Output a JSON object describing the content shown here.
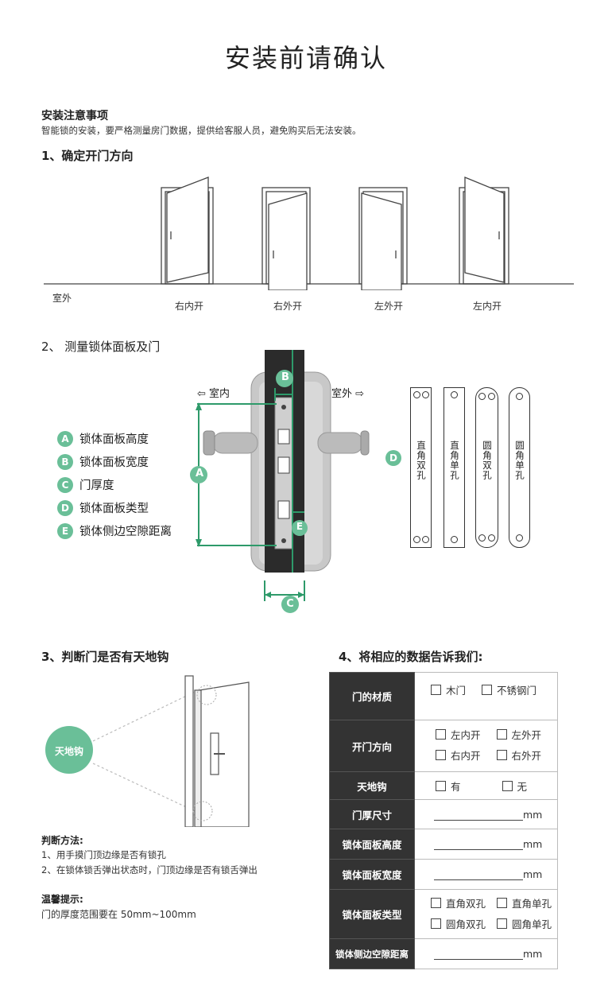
{
  "title": "安装前请确认",
  "notice": {
    "heading": "安装注意事项",
    "text": "智能锁的安装，要严格测量房门数据，提供给客服人员，避免购买后无法安装。"
  },
  "section1": {
    "heading": "1、确定开门方向",
    "outside_label": "室外",
    "doors": [
      "右内开",
      "右外开",
      "左外开",
      "左内开"
    ]
  },
  "section2": {
    "heading": "2、 测量锁体面板及门",
    "indoor": "室内",
    "outdoor": "室外",
    "legend": [
      {
        "letter": "A",
        "text": "锁体面板高度"
      },
      {
        "letter": "B",
        "text": "锁体面板宽度"
      },
      {
        "letter": "C",
        "text": "门厚度"
      },
      {
        "letter": "D",
        "text": "锁体面板类型"
      },
      {
        "letter": "E",
        "text": "锁体侧边空隙距离"
      }
    ],
    "letters": {
      "A": "A",
      "B": "B",
      "C": "C",
      "D": "D",
      "E": "E"
    },
    "plates": [
      "直角双孔",
      "直角单孔",
      "圆角双孔",
      "圆角单孔"
    ]
  },
  "section3": {
    "heading": "3、判断门是否有天地钩",
    "bubble": "天地钩",
    "method_heading": "判断方法:",
    "method_1": "1、用手摸门顶边缘是否有锁孔",
    "method_2": "2、在锁体锁舌弹出状态时，门顶边缘是否有锁舌弹出",
    "tip_heading": "温馨提示:",
    "tip_text": "门的厚度范围要在 50mm~100mm"
  },
  "section4": {
    "heading": "4、将相应的数据告诉我们:",
    "unit": "mm",
    "rows": {
      "material": {
        "label": "门的材质",
        "opts": [
          "木门",
          "不锈钢门"
        ]
      },
      "direction": {
        "label": "开门方向",
        "opts": [
          "左内开",
          "左外开",
          "右内开",
          "右外开"
        ]
      },
      "hook": {
        "label": "天地钩",
        "opts": [
          "有",
          "无"
        ]
      },
      "thickness": {
        "label": "门厚尺寸"
      },
      "height": {
        "label": "锁体面板高度"
      },
      "width": {
        "label": "锁体面板宽度"
      },
      "type": {
        "label": "锁体面板类型",
        "opts": [
          "直角双孔",
          "直角单孔",
          "圆角双孔",
          "圆角单孔"
        ]
      },
      "gap": {
        "label": "锁体侧边空隙距离"
      }
    }
  },
  "colors": {
    "accent": "#6abf98",
    "dark": "#333333"
  }
}
